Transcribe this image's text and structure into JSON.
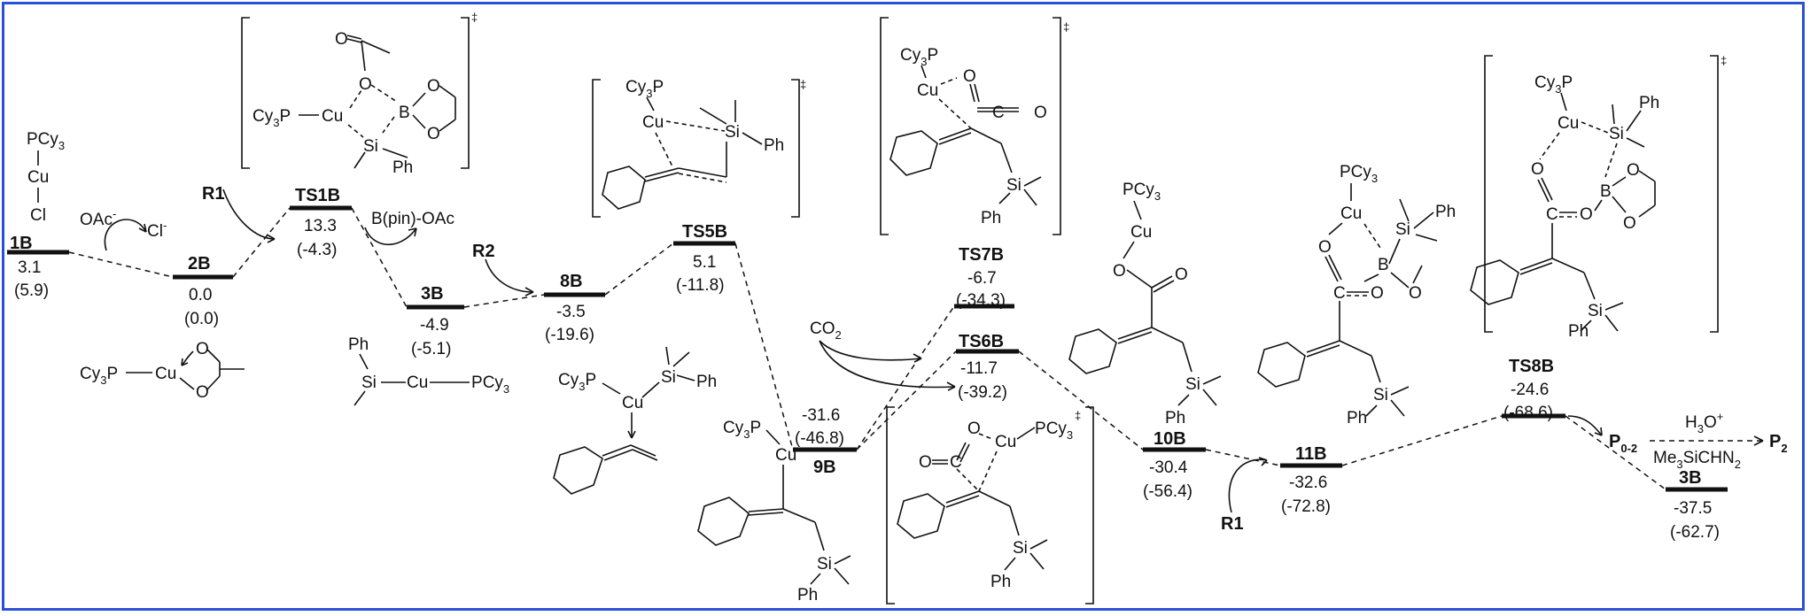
{
  "colors": {
    "frame": "#2b50d8",
    "ink": "#111111"
  },
  "diagram": {
    "states": {
      "s1B": {
        "label": "1B",
        "e1": "3.1",
        "e2": "(5.9)"
      },
      "s2B": {
        "label": "2B",
        "e1": "0.0",
        "e2": "(0.0)"
      },
      "sTS1B": {
        "label": "TS1B",
        "e1": "13.3",
        "e2": "(-4.3)"
      },
      "s3B": {
        "label": "3B",
        "e1": "-4.9",
        "e2": "(-5.1)"
      },
      "s8B": {
        "label": "8B",
        "e1": "-3.5",
        "e2": "(-19.6)"
      },
      "sTS5B": {
        "label": "TS5B",
        "e1": "5.1",
        "e2": "(-11.8)"
      },
      "s9B": {
        "label": "9B",
        "e1": "-31.6",
        "e2": "(-46.8)"
      },
      "sTS7B": {
        "label": "TS7B",
        "e1": "-6.7",
        "e2": "(-34.3)"
      },
      "sTS6B": {
        "label": "TS6B",
        "e1": "-11.7",
        "e2": "(-39.2)"
      },
      "s10B": {
        "label": "10B",
        "e1": "-30.4",
        "e2": "(-56.4)"
      },
      "s11B": {
        "label": "11B",
        "e1": "-32.6",
        "e2": "(-72.8)"
      },
      "sTS8B": {
        "label": "TS8B",
        "e1": "-24.6",
        "e2": "(-68.6)"
      },
      "s3Bb": {
        "label": "3B",
        "e1": "-37.5",
        "e2": "(-62.7)"
      }
    },
    "reagents": {
      "oac": "OAc",
      "cl": "Cl",
      "minus": "-",
      "r1": "R1",
      "r2": "R2",
      "r1b": "R1",
      "bpin": "B(pin)-OAc",
      "co2": "CO",
      "co2sub": "2",
      "h3o": "H",
      "h3osub": "3",
      "h3osup": "O",
      "plus": "+",
      "tms": "Me",
      "tmssub": "3",
      "tmsrest": "SiCHN",
      "tmssub2": "2",
      "p02": "P",
      "p02sub": "0-2",
      "p2": "P",
      "p2sub": "2"
    },
    "atoms": {
      "pcy3": "PCy",
      "cy3p": "Cy",
      "three": "3",
      "pee": "P",
      "cu": "Cu",
      "clatom": "Cl",
      "o": "O",
      "b": "B",
      "si": "Si",
      "ph": "Ph",
      "c": "C",
      "dagger": "‡"
    }
  }
}
